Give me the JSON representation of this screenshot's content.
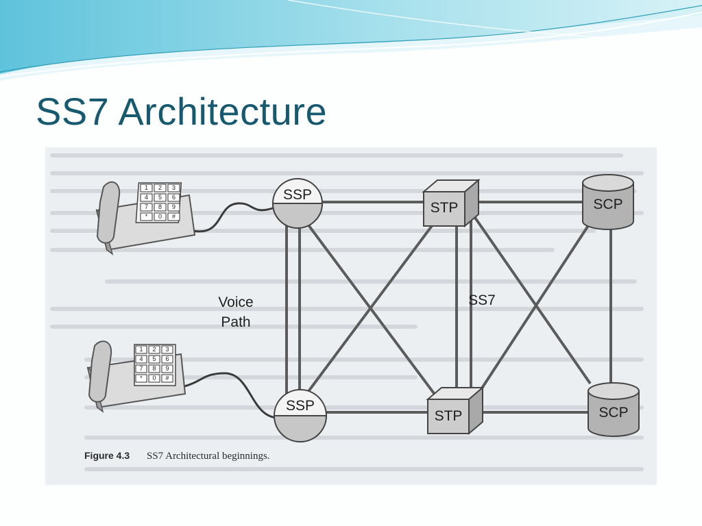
{
  "slide": {
    "title": "SS7 Architecture"
  },
  "figure": {
    "nodes": {
      "ssp_top": "SSP",
      "ssp_bottom": "SSP",
      "stp_top": "STP",
      "stp_bottom": "STP",
      "scp_top": "SCP",
      "scp_bottom": "SCP"
    },
    "voice_path_line1": "Voice",
    "voice_path_line2": "Path",
    "network_label": "SS7",
    "keypad": [
      "1",
      "2",
      "3",
      "4",
      "5",
      "6",
      "7",
      "8",
      "9",
      "*",
      "0",
      "#"
    ],
    "caption_label": "Figure 4.3",
    "caption_text": "SS7 Architectural beginnings."
  },
  "colors": {
    "title": "#17596e",
    "wave": "#9fd9e6",
    "figure_bg": "#eceff1",
    "node_fill": "#c7c7c7",
    "line": "#5b5b5b"
  }
}
